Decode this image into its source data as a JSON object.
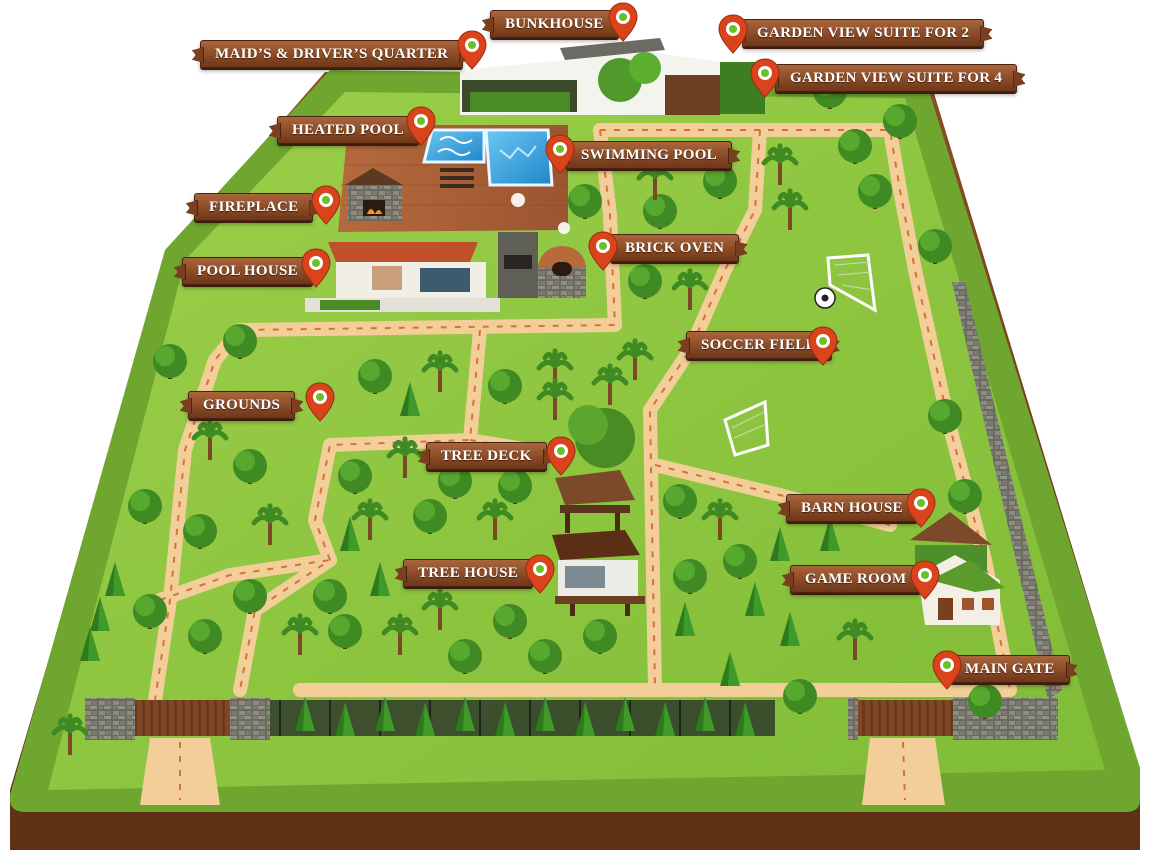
{
  "colors": {
    "grass": "#8cc63f",
    "grass_dark": "#5a9a2a",
    "border_green": "#6a9f2c",
    "soil": "#7a4520",
    "path": "#f3cf98",
    "path_dash": "#d46a3a",
    "deck": "#a8613a",
    "pool": "#3aa0dd",
    "pin": "#d9441c",
    "sign": "#8a4a26"
  },
  "locations": [
    {
      "id": "bunkhouse",
      "label": "BUNKHOUSE",
      "icon": "map-pin-icon"
    },
    {
      "id": "garden-view-suite-2",
      "label": "GARDEN VIEW SUITE FOR 2",
      "icon": "map-pin-icon"
    },
    {
      "id": "maids-drivers-quarter",
      "label": "MAID’S & DRIVER’S QUARTER",
      "icon": "map-pin-icon"
    },
    {
      "id": "garden-view-suite-4",
      "label": "GARDEN VIEW SUITE FOR 4",
      "icon": "map-pin-icon"
    },
    {
      "id": "heated-pool",
      "label": "HEATED POOL",
      "icon": "map-pin-icon"
    },
    {
      "id": "swimming-pool",
      "label": "SWIMMING POOL",
      "icon": "map-pin-icon"
    },
    {
      "id": "fireplace",
      "label": "FIREPLACE",
      "icon": "map-pin-icon"
    },
    {
      "id": "brick-oven",
      "label": "BRICK OVEN",
      "icon": "map-pin-icon"
    },
    {
      "id": "pool-house",
      "label": "POOL HOUSE",
      "icon": "map-pin-icon"
    },
    {
      "id": "soccer-field",
      "label": "SOCCER FIELD",
      "icon": "map-pin-icon"
    },
    {
      "id": "grounds",
      "label": "GROUNDS",
      "icon": "map-pin-icon"
    },
    {
      "id": "tree-deck",
      "label": "TREE DECK",
      "icon": "map-pin-icon"
    },
    {
      "id": "barn-house",
      "label": "BARN HOUSE",
      "icon": "map-pin-icon"
    },
    {
      "id": "tree-house",
      "label": "TREE HOUSE",
      "icon": "map-pin-icon"
    },
    {
      "id": "game-room",
      "label": "GAME ROOM",
      "icon": "map-pin-icon"
    },
    {
      "id": "main-gate",
      "label": "MAIN GATE",
      "icon": "map-pin-icon"
    }
  ]
}
